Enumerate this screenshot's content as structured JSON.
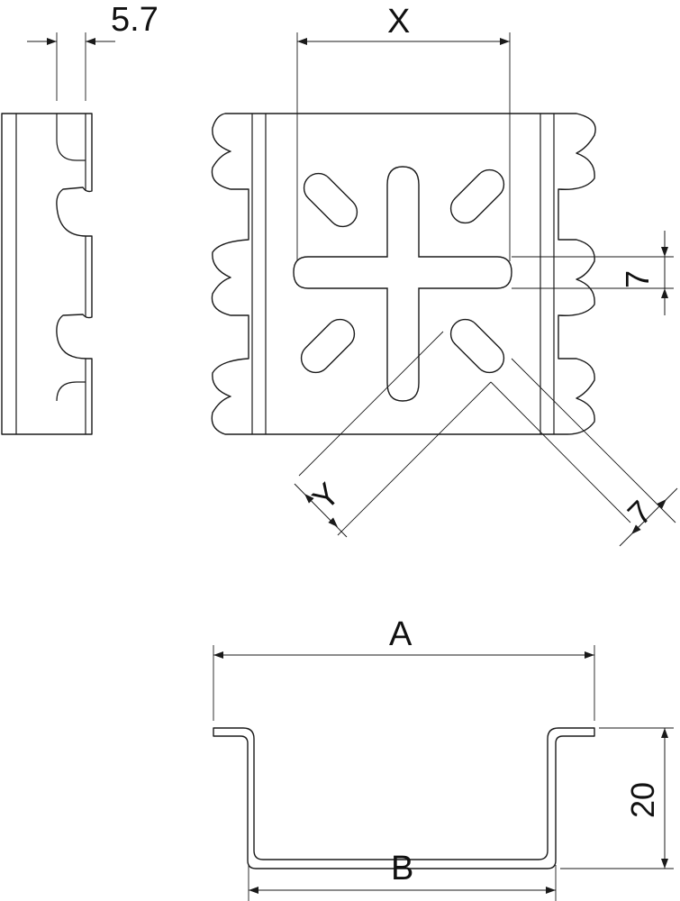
{
  "dimensions": {
    "thickness": "5.7",
    "slot_pitch_x": "X",
    "slot_width": "7",
    "diagonal_pitch_y": "Y",
    "diagonal_slot_width": "7",
    "outer_width": "A",
    "inner_width": "B",
    "height": "20"
  },
  "colors": {
    "line": "#1a1a1a",
    "background": "#ffffff"
  }
}
